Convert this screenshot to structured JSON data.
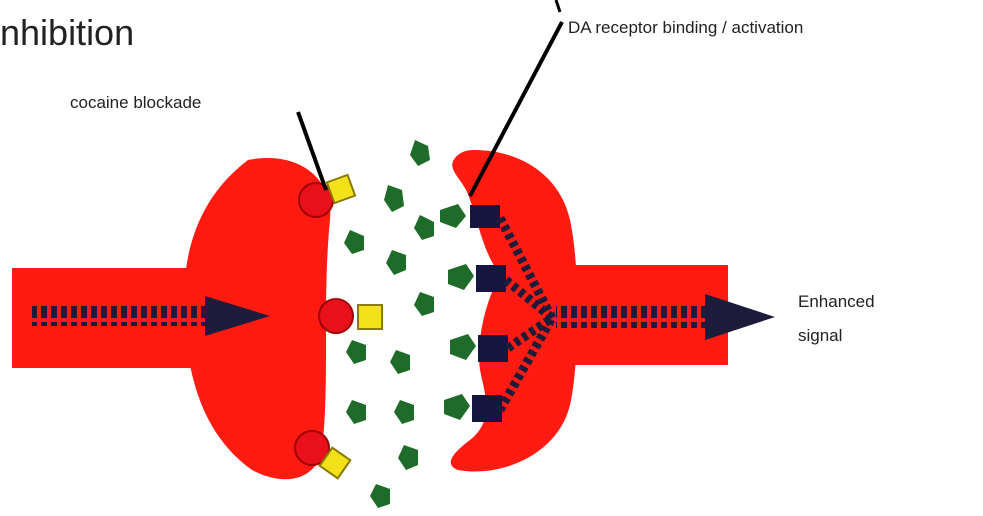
{
  "title": "nhibition",
  "labels": {
    "cocaine_blockade": "cocaine blockade",
    "da_receptor": "DA receptor binding / activation",
    "enhanced_signal_line1": "Enhanced",
    "enhanced_signal_line2": "signal"
  },
  "colors": {
    "neuron": "#ff1a12",
    "dopamine": "#1f6b2a",
    "receptor": "#14163f",
    "cocaine": "#f3e21a",
    "transporter": "#e8101a",
    "signal_arrow": "#1c1c3a",
    "text": "#222222"
  }
}
